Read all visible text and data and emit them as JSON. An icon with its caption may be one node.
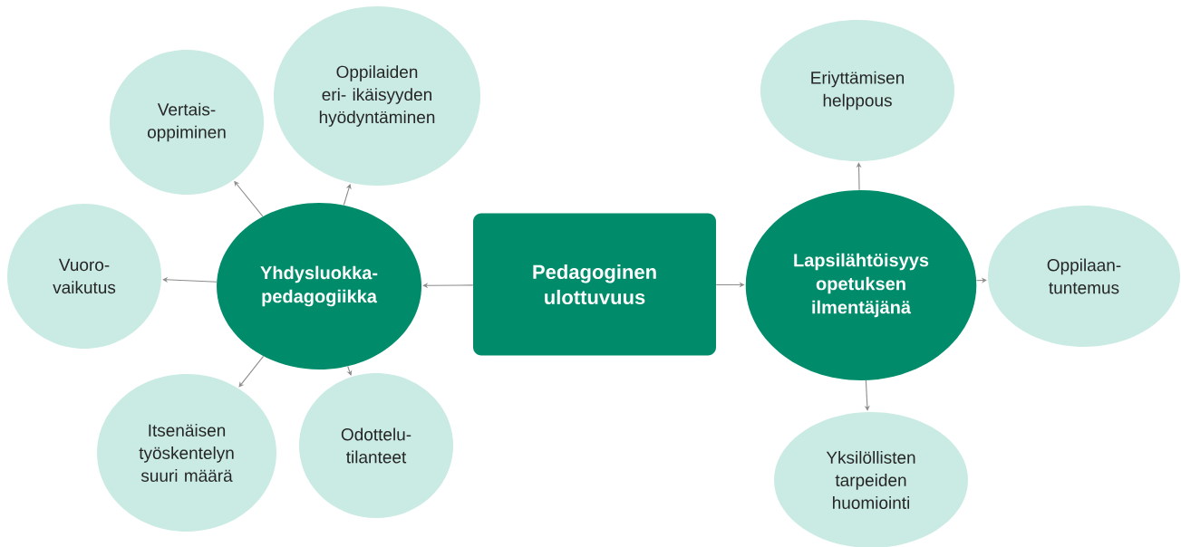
{
  "diagram": {
    "nodes": [
      {
        "text": [
          "Pedagoginen ulottuvuus"
        ]
      },
      {
        "text": [
          "Yhdysluokka- pedagogiikka"
        ]
      },
      {
        "text": [
          "Lapsilähtöisyys opetuksen ilmentäjänä"
        ]
      },
      {
        "text": [
          "Vertais- oppiminen"
        ]
      },
      {
        "text": [
          "Oppilaiden eri- ikäisyyden hyödyntäminen"
        ]
      },
      {
        "text": [
          "Vuoro- vaikutus"
        ]
      },
      {
        "text": [
          "Itsenäisen työskentelyn suuri määrä"
        ]
      },
      {
        "text": [
          "Odottelu- tilanteet"
        ]
      },
      {
        "text": [
          "Eriyttämisen helppous"
        ]
      },
      {
        "text": [
          "Oppilaan- tuntemus"
        ]
      },
      {
        "text": [
          "Yksilöllisten tarpeiden huomiointi"
        ]
      }
    ],
    "edges": [
      {
        "from": 0,
        "to": 1,
        "arrow": "to"
      },
      {
        "from": 0,
        "to": 2,
        "arrow": "to"
      },
      {
        "from": 1,
        "to": 3,
        "arrow": "to"
      },
      {
        "from": 1,
        "to": 4,
        "arrow": "to"
      },
      {
        "from": 1,
        "to": 5,
        "arrow": "to"
      },
      {
        "from": 1,
        "to": 6,
        "arrow": "to"
      },
      {
        "from": 1,
        "to": 7,
        "arrow": "to"
      },
      {
        "from": 2,
        "to": 8,
        "arrow": "to"
      },
      {
        "from": 2,
        "to": 9,
        "arrow": "to"
      },
      {
        "from": 2,
        "to": 10,
        "arrow": "to"
      }
    ]
  }
}
